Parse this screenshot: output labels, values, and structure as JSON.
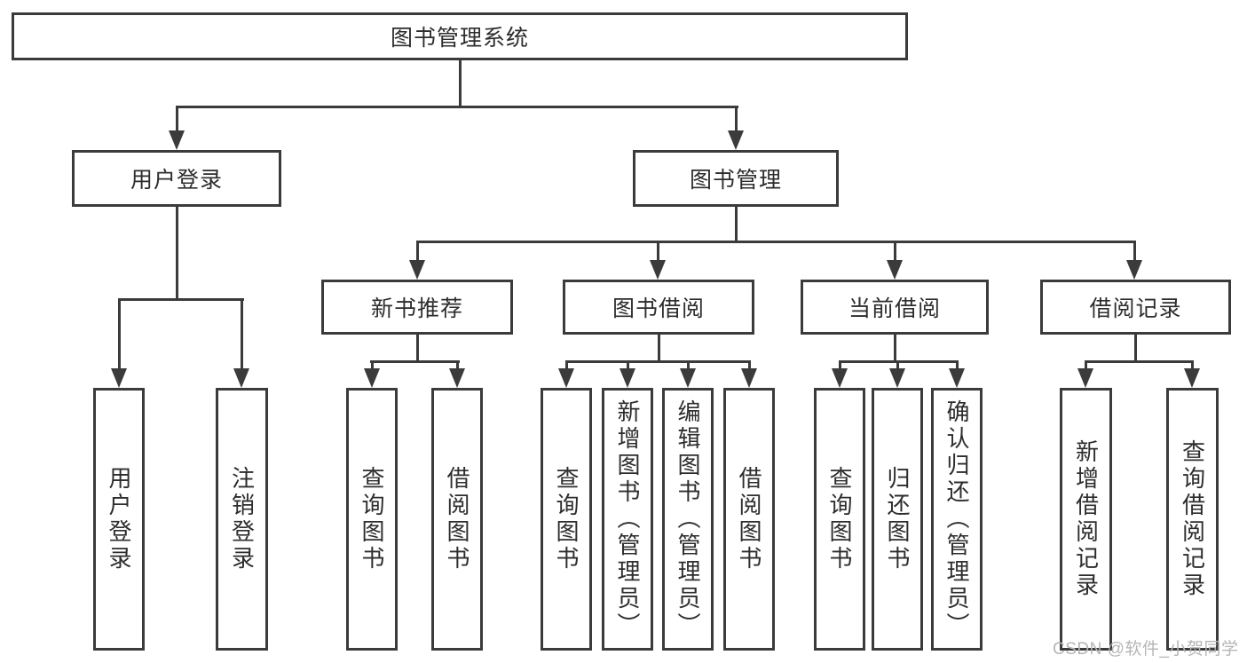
{
  "tree": {
    "root": "图书管理系统",
    "login_branch": {
      "label": "用户登录",
      "children": [
        "用户登录",
        "注销登录"
      ]
    },
    "mgmt_branch": {
      "label": "图书管理",
      "sections": [
        {
          "label": "新书推荐",
          "children": [
            "查询图书",
            "借阅图书"
          ]
        },
        {
          "label": "图书借阅",
          "children": [
            "查询图书",
            "新增图书（管理员）",
            "编辑图书（管理员）",
            "借阅图书"
          ]
        },
        {
          "label": "当前借阅",
          "children": [
            "查询图书",
            "归还图书",
            "确认归还（管理员）"
          ]
        },
        {
          "label": "借阅记录",
          "children": [
            "新增借阅记录",
            "查询借阅记录"
          ]
        }
      ]
    }
  },
  "watermark": {
    "text": "CSDN @软件_小贺同学"
  },
  "colors": {
    "line": "#3b3b3b",
    "text": "#2d2d2d",
    "watermark": "#b5b5b5",
    "background": "#ffffff"
  }
}
